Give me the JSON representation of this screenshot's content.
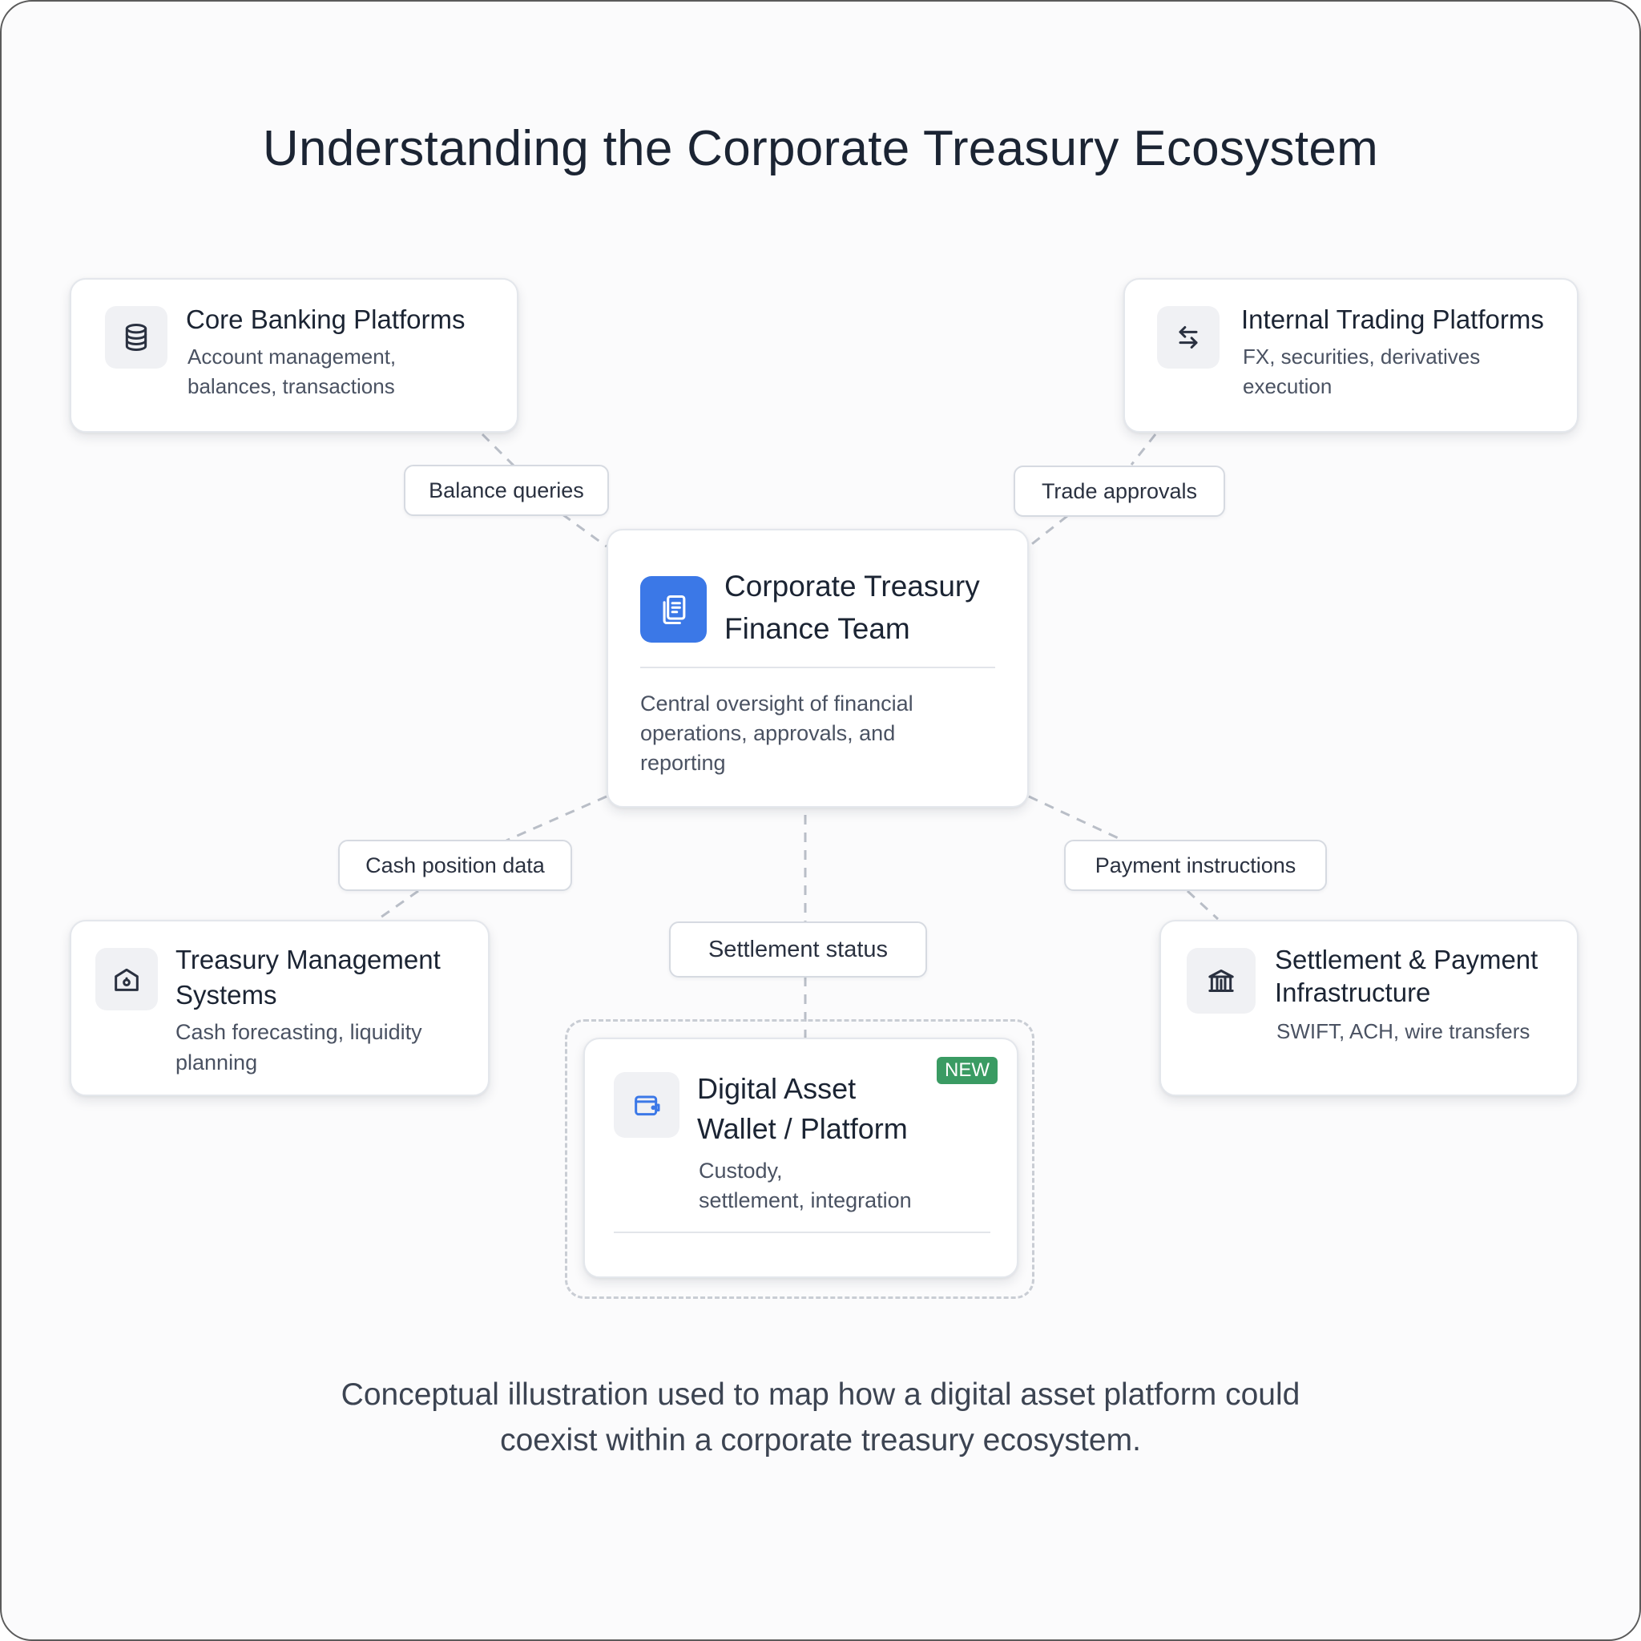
{
  "title": "Understanding the Corporate Treasury Ecosystem",
  "center": {
    "title_line1": "Corporate Treasury",
    "title_line2": "Finance Team",
    "desc_line1": "Central oversight of financial",
    "desc_line2": "operations, approvals, and",
    "desc_line3": "reporting",
    "icon": "document-icon",
    "icon_color": "#3b78e7"
  },
  "nodes": {
    "core_banking": {
      "title": "Core Banking Platforms",
      "desc_line1": "Account management,",
      "desc_line2": "balances, transactions",
      "icon": "database-icon"
    },
    "trading": {
      "title": "Internal Trading Platforms",
      "desc_line1": "FX, securities, derivatives",
      "desc_line2": "execution",
      "icon": "swap-arrows-icon"
    },
    "tms": {
      "title_line1": "Treasury Management",
      "title_line2": "Systems",
      "desc_line1": "Cash forecasting, liquidity",
      "desc_line2": "planning",
      "icon": "safe-icon"
    },
    "settlement": {
      "title_line1": "Settlement & Payment",
      "title_line2": "Infrastructure",
      "desc_line1": "SWIFT, ACH, wire transfers",
      "icon": "bank-icon"
    },
    "digital_asset": {
      "title_line1": "Digital Asset",
      "title_line2": "Wallet / Platform",
      "desc_line1": "Custody,",
      "desc_line2": "settlement, integration",
      "badge": "NEW",
      "badge_color": "#3a9b63",
      "icon": "wallet-icon"
    }
  },
  "connections": {
    "balance_queries": "Balance queries",
    "trade_approvals": "Trade approvals",
    "cash_position": "Cash position data",
    "payment_instructions": "Payment instructions",
    "settlement_status": "Settlement status"
  },
  "caption_line1": "Conceptual illustration used to map how a digital asset platform could",
  "caption_line2": "coexist within a corporate treasury ecosystem."
}
